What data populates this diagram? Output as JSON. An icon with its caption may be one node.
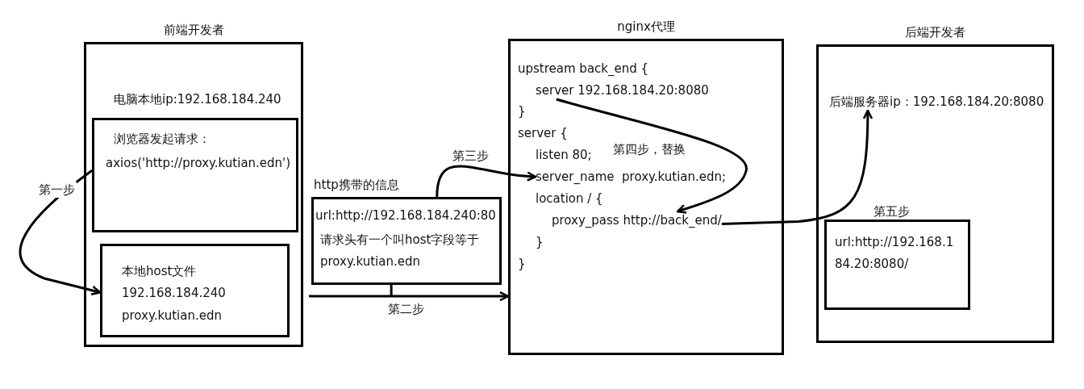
{
  "diagram": {
    "nodes": [
      {
        "text": [
          "前端开发者",
          "电脑本地ip:192.168.184.240"
        ]
      },
      {
        "text": [
          "浏览器发起请求：",
          "axios('http://proxy.kutian.edn')"
        ],
        "in": 0
      },
      {
        "text": [
          "本地host文件",
          "192.168.184.240",
          "proxy.kutian.edn"
        ],
        "in": 0
      },
      {
        "text": [
          "http携带的信息",
          "url:http://192.168.184.240:80",
          "请求头有一个叫host字段等于 proxy.kutian.edn"
        ]
      },
      {
        "text": [
          "nginx代理"
        ]
      },
      {
        "text": [
          "upstream back_end {"
        ],
        "in": 4
      },
      {
        "text": [
          "server 192.168.184.20:8080"
        ],
        "in": 4
      },
      {
        "text": [
          "}"
        ],
        "in": 4
      },
      {
        "text": [
          "server {"
        ],
        "in": 4
      },
      {
        "text": [
          "listen 80;"
        ],
        "in": 4
      },
      {
        "text": [
          "server_name  proxy.kutian.edn;"
        ],
        "in": 4
      },
      {
        "text": [
          "location / {"
        ],
        "in": 4
      },
      {
        "text": [
          "proxy_pass http://back_end/"
        ],
        "in": 4
      },
      {
        "text": [
          "}"
        ],
        "in": 4
      },
      {
        "text": [
          "}"
        ],
        "in": 4
      },
      {
        "text": [
          "后端开发者"
        ]
      },
      {
        "text": [
          "后端服务器ip：192.168.184.20:8080"
        ],
        "in": 15
      },
      {
        "text": [
          "url:http://192.168.184.20:8080/"
        ],
        "in": 15
      }
    ],
    "edges": [
      {
        "from": 1,
        "to": 2,
        "arrow": "to",
        "label": "第一步"
      },
      {
        "from": 3,
        "to": 4,
        "arrow": "to",
        "label": "第二步"
      },
      {
        "from": 3,
        "to": 10,
        "arrow": "to",
        "label": "第三步"
      },
      {
        "from": 6,
        "to": 12,
        "arrow": "to",
        "label": "第四步，替换"
      },
      {
        "from": 12,
        "to": 16,
        "arrow": "to",
        "label": "第五步"
      }
    ]
  }
}
